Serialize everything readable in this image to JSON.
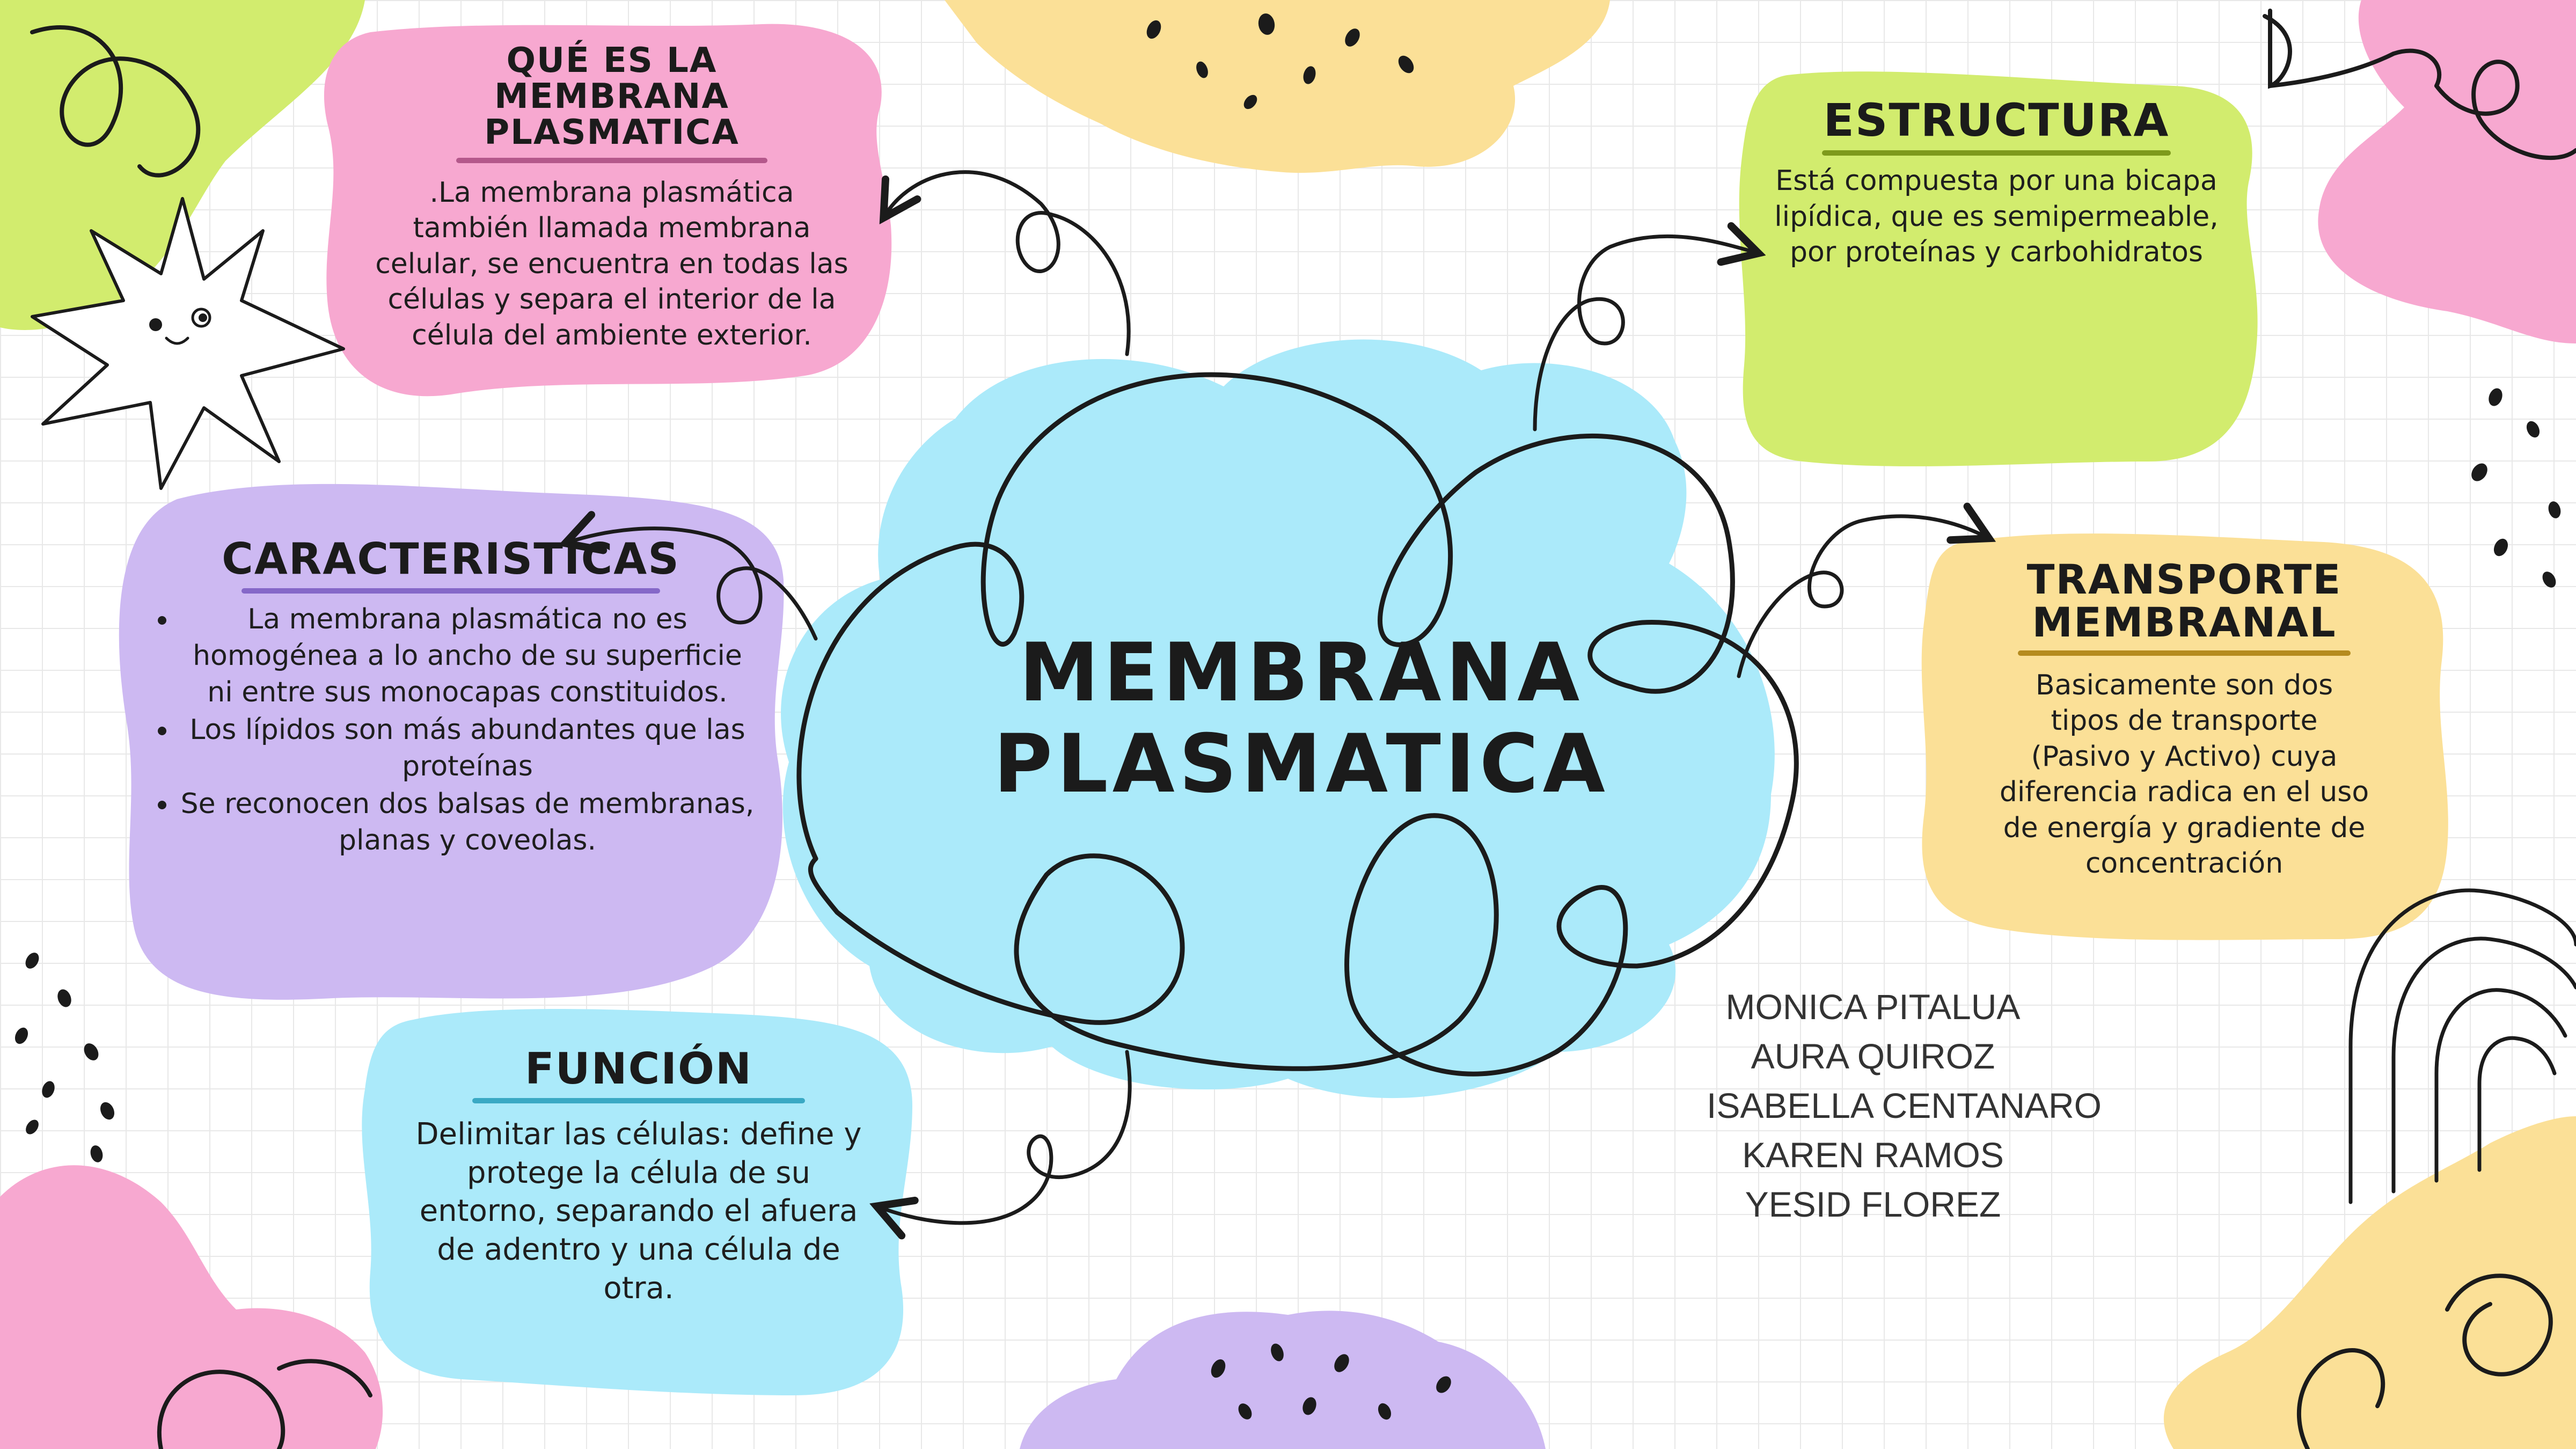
{
  "colors": {
    "pink": "#f7a8d0",
    "green": "#d2ec6e",
    "yellow": "#fbe097",
    "purple": "#cdb9f2",
    "cyan": "#abeafa",
    "ink": "#1b1b1b"
  },
  "center": {
    "title_line1": "MEMBRANA",
    "title_line2": "PLASMATICA"
  },
  "nodes": {
    "que_es": {
      "title_line1": "QUÉ ES LA",
      "title_line2": "MEMBRANA",
      "title_line3": "PLASMATICA",
      "text_lines": [
        ".La membrana plasmática",
        "también llamada membrana",
        "celular, se encuentra en todas las",
        "células y separa el interior de la",
        "célula del ambiente exterior."
      ]
    },
    "estructura": {
      "title": "ESTRUCTURA",
      "text_lines": [
        "Está compuesta por una bicapa",
        "lipídica, que es semipermeable,",
        "por proteínas y carbohidratos"
      ]
    },
    "caracteristicas": {
      "title": "CARACTERISTICAS",
      "items": [
        "La membrana plasmática no es homogénea a lo ancho de su superficie ni entre sus monocapas constituidos.",
        "Los lípidos son más abundantes que las proteínas",
        "Se reconocen dos balsas de membranas, planas y coveolas."
      ]
    },
    "transporte": {
      "title_line1": "TRANSPORTE",
      "title_line2": "MEMBRANAL",
      "text_lines": [
        "Basicamente son dos",
        "tipos de transporte",
        "(Pasivo y Activo) cuya",
        "diferencia radica en el uso",
        "de energía y gradiente de",
        "concentración"
      ]
    },
    "funcion": {
      "title": "FUNCIÓN",
      "text_lines": [
        "Delimitar las células: define y",
        "protege la célula de su",
        "entorno, separando el afuera",
        "de adentro y una célula de",
        "otra."
      ]
    }
  },
  "authors": [
    "MONICA PITALUA",
    "AURA QUIROZ",
    "ISABELLA CENTANARO",
    "KAREN RAMOS",
    "YESID FLOREZ"
  ]
}
